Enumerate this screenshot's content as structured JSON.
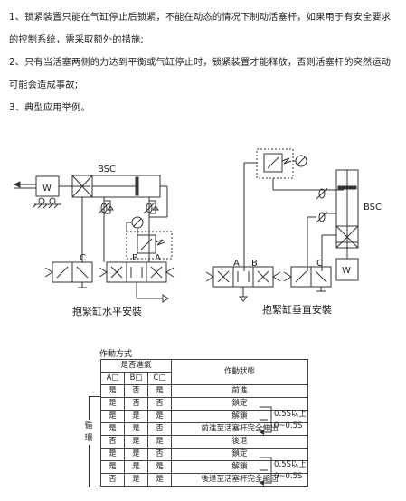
{
  "paragraphs": {
    "p1": "1、锁紧装置只能在气缸停止后锁紧，不能在动态的情况下制动活塞杆，如果用于有安全要求的控制系统，需采取额外的措施;",
    "p2": "2、只有当活塞两侧的力达到平衡或气缸停止时，锁紧装置才能释放，否则活塞杆的突然运动可能会造成事故;",
    "p3": "3、典型应用举例。"
  },
  "diagram": {
    "left": {
      "cylinder_label": "BSC",
      "load_label": "W",
      "valve_c": "C",
      "valve_b": "B",
      "valve_a": "A",
      "caption": "抱緊缸水平安裝"
    },
    "right": {
      "cylinder_label": "BSC",
      "load_label": "W",
      "valve_a": "A",
      "valve_b": "B",
      "valve_c": "C",
      "caption": "抱緊缸垂直安裝"
    }
  },
  "table": {
    "title": "作動方式",
    "header_group": "是否進氣",
    "header_a": "A□",
    "header_b": "B□",
    "header_c": "C□",
    "header_state": "作動狀態",
    "rows": [
      [
        "是",
        "否",
        "是",
        "前進"
      ],
      [
        "是",
        "否",
        "否",
        "鎖定"
      ],
      [
        "是",
        "是",
        "是",
        "解鎖"
      ],
      [
        "是",
        "是",
        "否",
        "前進至活塞杆完全伸出"
      ],
      [
        "否",
        "是",
        "是",
        "後退"
      ],
      [
        "是",
        "是",
        "否",
        "鎖定"
      ],
      [
        "是",
        "是",
        "是",
        "解鎖"
      ],
      [
        "否",
        "是",
        "是",
        "後退至活塞杆完全縮回"
      ]
    ],
    "cycle_label": "循環",
    "timing": {
      "t1": "0.5S以上",
      "t2": "0~0.5S",
      "t3": "0.5S以上",
      "t4": "0~0.5S"
    }
  }
}
